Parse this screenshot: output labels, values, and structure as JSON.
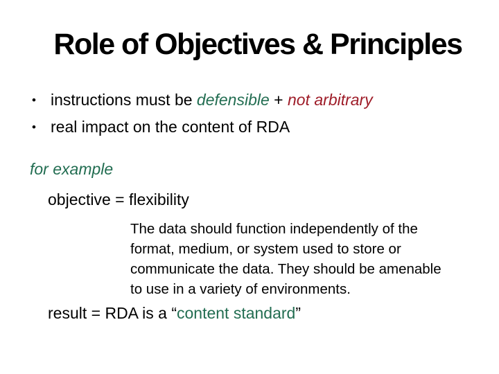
{
  "slide": {
    "title": "Role of Objectives & Principles",
    "bullet_glyph": "•",
    "bullets": [
      {
        "segments": [
          {
            "text": "instructions must be ",
            "style": "normal"
          },
          {
            "text": "defensible",
            "style": "green-italic"
          },
          {
            "text": " + ",
            "style": "normal"
          },
          {
            "text": "not arbitrary",
            "style": "red-italic"
          }
        ]
      },
      {
        "segments": [
          {
            "text": "real impact on the content of RDA",
            "style": "normal"
          }
        ]
      }
    ],
    "example_label": "for example",
    "objective_line": "objective = flexibility",
    "quote_lines": [
      "The data should function independently of the",
      "format, medium, or system used to store or",
      "communicate the data. They should be amenable",
      "to use in a variety of environments."
    ],
    "result": {
      "prefix": "result = RDA is a ",
      "open_quote": "“",
      "highlight": "content standard",
      "close_quote": "”"
    },
    "colors": {
      "background": "#FFFFFF",
      "text": "#000000",
      "green": "#226D51",
      "red": "#9E1C28"
    }
  }
}
